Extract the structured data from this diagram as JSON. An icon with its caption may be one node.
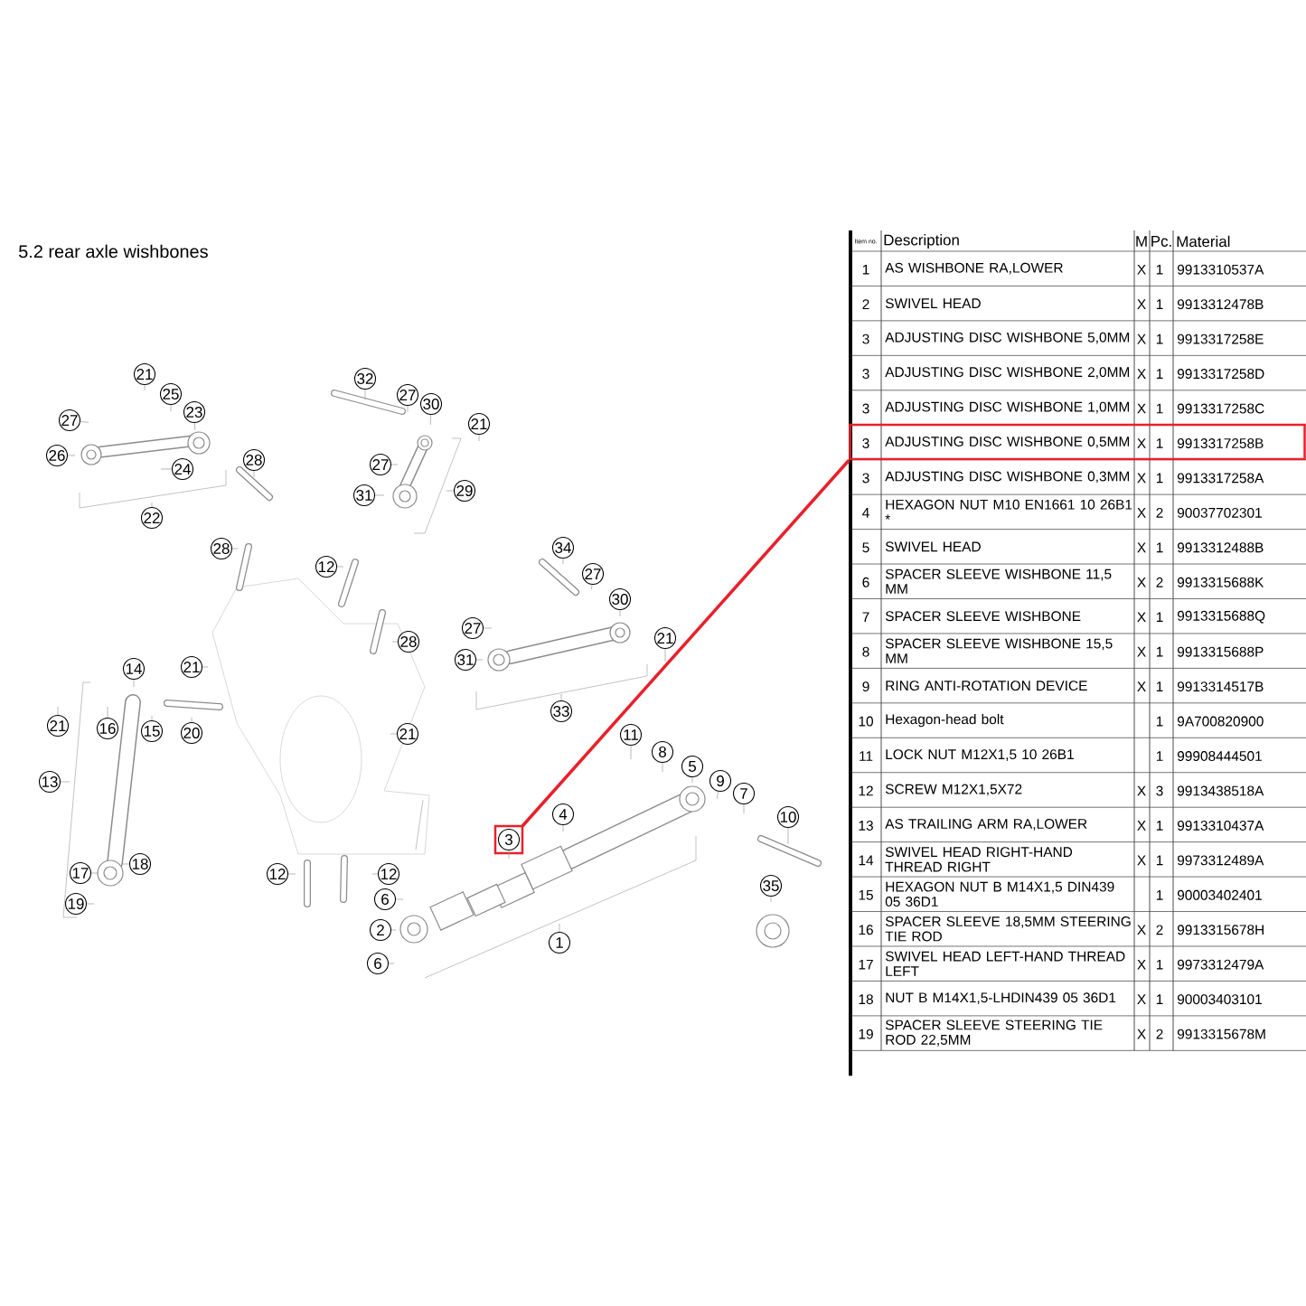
{
  "diagram": {
    "title": "5.2 rear axle wishbones",
    "nodes": [
      {
        "text": [
          "21"
        ]
      },
      {
        "text": [
          "25"
        ]
      },
      {
        "text": [
          "23"
        ]
      },
      {
        "text": [
          "27"
        ]
      },
      {
        "text": [
          "26"
        ]
      },
      {
        "text": [
          "24"
        ]
      },
      {
        "text": [
          "28"
        ]
      },
      {
        "text": [
          "22"
        ]
      },
      {
        "text": [
          "32"
        ]
      },
      {
        "text": [
          "27"
        ]
      },
      {
        "text": [
          "30"
        ]
      },
      {
        "text": [
          "21"
        ]
      },
      {
        "text": [
          "27"
        ]
      },
      {
        "text": [
          "31"
        ]
      },
      {
        "text": [
          "29"
        ]
      },
      {
        "text": [
          "28"
        ]
      },
      {
        "text": [
          "12"
        ]
      },
      {
        "text": [
          "34"
        ]
      },
      {
        "text": [
          "27"
        ]
      },
      {
        "text": [
          "30"
        ]
      },
      {
        "text": [
          "27"
        ]
      },
      {
        "text": [
          "21"
        ]
      },
      {
        "text": [
          "31"
        ]
      },
      {
        "text": [
          "28"
        ]
      },
      {
        "text": [
          "33"
        ]
      },
      {
        "text": [
          "14"
        ]
      },
      {
        "text": [
          "21"
        ]
      },
      {
        "text": [
          "21"
        ]
      },
      {
        "text": [
          "16"
        ]
      },
      {
        "text": [
          "15"
        ]
      },
      {
        "text": [
          "20"
        ]
      },
      {
        "text": [
          "21"
        ]
      },
      {
        "text": [
          "13"
        ]
      },
      {
        "text": [
          "17"
        ]
      },
      {
        "text": [
          "18"
        ]
      },
      {
        "text": [
          "19"
        ]
      },
      {
        "text": [
          "11"
        ]
      },
      {
        "text": [
          "8"
        ]
      },
      {
        "text": [
          "5"
        ]
      },
      {
        "text": [
          "9"
        ]
      },
      {
        "text": [
          "7"
        ]
      },
      {
        "text": [
          "10"
        ]
      },
      {
        "text": [
          "4"
        ]
      },
      {
        "text": [
          "3"
        ]
      },
      {
        "text": [
          "35"
        ]
      },
      {
        "text": [
          "12"
        ]
      },
      {
        "text": [
          "12"
        ]
      },
      {
        "text": [
          "6"
        ]
      },
      {
        "text": [
          "2"
        ]
      },
      {
        "text": [
          "1"
        ]
      },
      {
        "text": [
          "6"
        ]
      },
      {
        "text": [],
        "shape": "box"
      }
    ],
    "edges": [
      {
        "from": 0,
        "to": null,
        "arrow": "none"
      },
      {
        "from": 1,
        "to": null,
        "arrow": "none"
      },
      {
        "from": 2,
        "to": null,
        "arrow": "none"
      },
      {
        "from": 3,
        "to": null,
        "arrow": "none"
      },
      {
        "from": 4,
        "to": null,
        "arrow": "none"
      },
      {
        "from": 5,
        "to": null,
        "arrow": "none"
      },
      {
        "from": 6,
        "to": null,
        "arrow": "none"
      },
      {
        "from": 7,
        "to": null,
        "arrow": "none"
      },
      {
        "from": 8,
        "to": null,
        "arrow": "none"
      },
      {
        "from": 9,
        "to": null,
        "arrow": "none"
      },
      {
        "from": 10,
        "to": null,
        "arrow": "none"
      },
      {
        "from": 11,
        "to": null,
        "arrow": "none"
      },
      {
        "from": 12,
        "to": null,
        "arrow": "none"
      },
      {
        "from": 13,
        "to": null,
        "arrow": "none"
      },
      {
        "from": 14,
        "to": null,
        "arrow": "none"
      },
      {
        "from": 15,
        "to": null,
        "arrow": "none"
      },
      {
        "from": 16,
        "to": null,
        "arrow": "none"
      },
      {
        "from": 17,
        "to": null,
        "arrow": "none"
      },
      {
        "from": 18,
        "to": null,
        "arrow": "none"
      },
      {
        "from": 19,
        "to": null,
        "arrow": "none"
      },
      {
        "from": 20,
        "to": null,
        "arrow": "none"
      },
      {
        "from": 21,
        "to": null,
        "arrow": "none"
      },
      {
        "from": 22,
        "to": null,
        "arrow": "none"
      },
      {
        "from": 23,
        "to": null,
        "arrow": "none"
      },
      {
        "from": 24,
        "to": null,
        "arrow": "none"
      },
      {
        "from": 25,
        "to": null,
        "arrow": "none"
      },
      {
        "from": 26,
        "to": null,
        "arrow": "none"
      },
      {
        "from": 27,
        "to": null,
        "arrow": "none"
      },
      {
        "from": 28,
        "to": null,
        "arrow": "none"
      },
      {
        "from": 29,
        "to": null,
        "arrow": "none"
      },
      {
        "from": 30,
        "to": null,
        "arrow": "none"
      },
      {
        "from": 31,
        "to": null,
        "arrow": "none"
      },
      {
        "from": 32,
        "to": null,
        "arrow": "none"
      },
      {
        "from": 33,
        "to": null,
        "arrow": "none"
      },
      {
        "from": 34,
        "to": null,
        "arrow": "none"
      },
      {
        "from": 35,
        "to": null,
        "arrow": "none"
      },
      {
        "from": 36,
        "to": null,
        "arrow": "none"
      },
      {
        "from": 37,
        "to": null,
        "arrow": "none"
      },
      {
        "from": 38,
        "to": null,
        "arrow": "none"
      },
      {
        "from": 39,
        "to": null,
        "arrow": "none"
      },
      {
        "from": 40,
        "to": null,
        "arrow": "none"
      },
      {
        "from": 41,
        "to": null,
        "arrow": "none"
      },
      {
        "from": 42,
        "to": null,
        "arrow": "none"
      },
      {
        "from": 43,
        "to": null,
        "arrow": "none"
      },
      {
        "from": 44,
        "to": null,
        "arrow": "none"
      },
      {
        "from": 45,
        "to": null,
        "arrow": "none"
      },
      {
        "from": 46,
        "to": null,
        "arrow": "none"
      },
      {
        "from": 47,
        "to": null,
        "arrow": "none"
      },
      {
        "from": 48,
        "to": null,
        "arrow": "none"
      },
      {
        "from": 49,
        "to": null,
        "arrow": "none"
      },
      {
        "from": 50,
        "to": null,
        "arrow": "none"
      },
      {
        "from": 43,
        "to": 51,
        "arrow": "none",
        "style": "thick",
        "color": "#e8202a"
      }
    ],
    "labels": [
      "Item no.",
      "Description",
      "M",
      "Pc.",
      "Material",
      "1",
      "AS WISHBONE RA,LOWER",
      "X",
      "1",
      "9913310537A",
      "2",
      "SWIVEL HEAD",
      "X",
      "1",
      "9913312478B",
      "3",
      "ADJUSTING DISC WISHBONE 5,0MM",
      "X",
      "1",
      "9913317258E",
      "3",
      "ADJUSTING DISC WISHBONE 2,0MM",
      "X",
      "1",
      "9913317258D",
      "3",
      "ADJUSTING DISC WISHBONE 1,0MM",
      "X",
      "1",
      "9913317258C",
      "3",
      "ADJUSTING DISC WISHBONE 0,5MM",
      "X",
      "1",
      "9913317258B",
      "3",
      "ADJUSTING DISC WISHBONE 0,3MM",
      "X",
      "1",
      "9913317258A",
      "4",
      "HEXAGON NUT M10 EN1661 10 26B1 *",
      "X",
      "2",
      "90037702301",
      "5",
      "SWIVEL HEAD",
      "X",
      "1",
      "9913312488B",
      "6",
      "SPACER SLEEVE WISHBONE 11,5 MM",
      "X",
      "2",
      "9913315688K",
      "7",
      "SPACER SLEEVE WISHBONE",
      "X",
      "1",
      "9913315688Q",
      "8",
      "SPACER SLEEVE WISHBONE 15,5 MM",
      "X",
      "1",
      "9913315688P",
      "9",
      "RING ANTI-ROTATION DEVICE",
      "X",
      "1",
      "9913314517B",
      "10",
      "Hexagon-head bolt",
      "1",
      "9A700820900",
      "11",
      "LOCK NUT M12X1,5 10 26B1",
      "1",
      "99908444501",
      "12",
      "SCREW M12X1,5X72",
      "X",
      "3",
      "9913438518A",
      "13",
      "AS TRAILING ARM RA,LOWER",
      "X",
      "1",
      "9913310437A",
      "14",
      "SWIVEL HEAD RIGHT-HAND THREAD RIGHT",
      "X",
      "1",
      "9973312489A",
      "15",
      "HEXAGON NUT B M14X1,5 DIN439 05 36D1",
      "1",
      "90003402401",
      "16",
      "SPACER SLEEVE 18,5MM STEERING TIE ROD",
      "X",
      "2",
      "9913315678H",
      "17",
      "SWIVEL HEAD LEFT-HAND THREAD LEFT",
      "X",
      "1",
      "9973312479A",
      "18",
      "NUT B M14X1,5-LHDIN439 05 36D1",
      "X",
      "1",
      "90003403101",
      "19",
      "SPACER SLEEVE STEERING TIE ROD 22,5MM",
      "X",
      "2",
      "9913315678M"
    ]
  }
}
